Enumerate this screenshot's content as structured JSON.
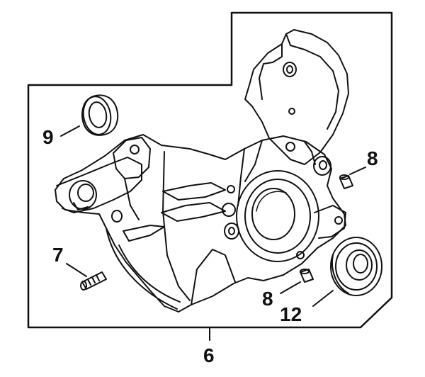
{
  "callouts": {
    "part_6": "6",
    "part_7": "7",
    "part_8_upper": "8",
    "part_8_lower": "8",
    "part_9": "9",
    "part_12": "12"
  },
  "colors": {
    "line": "#111111",
    "background": "#ffffff",
    "shade": "#dcdcdc"
  }
}
